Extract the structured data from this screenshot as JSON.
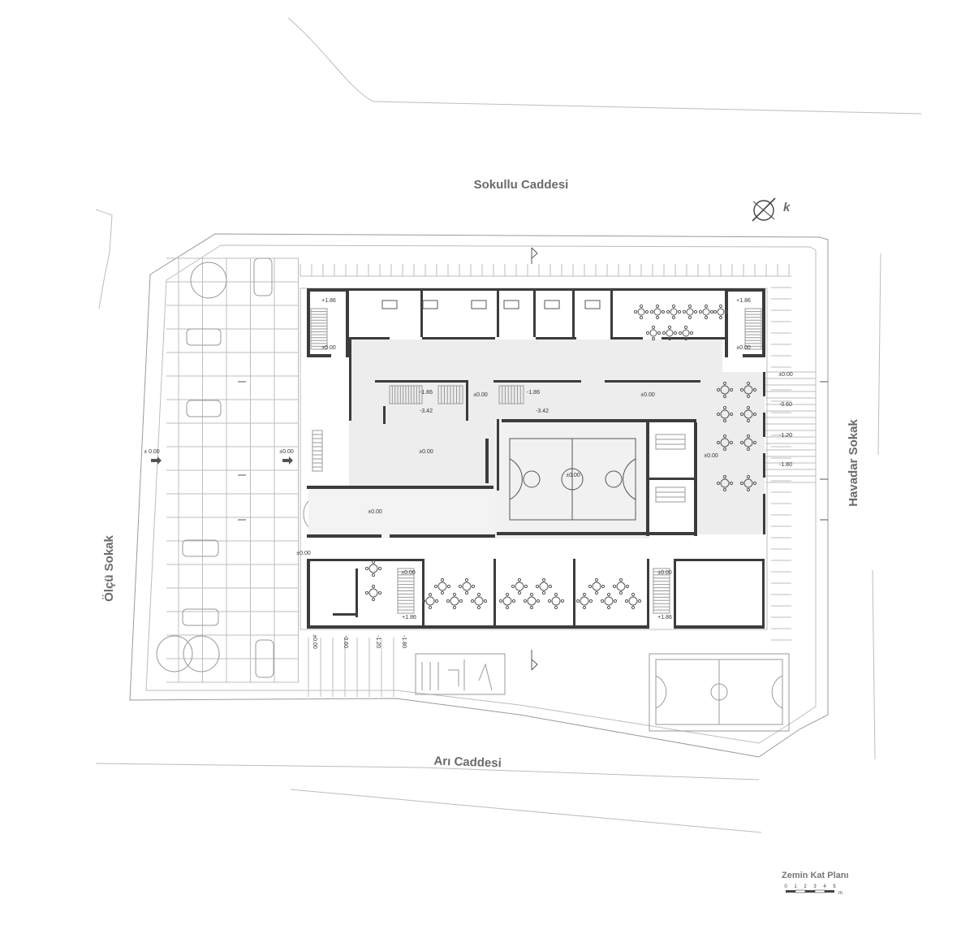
{
  "streets": {
    "north": "Sokullu Caddesi",
    "south": "Arı Caddesi",
    "west": "Ölçü Sokak",
    "east": "Havadar Sokak"
  },
  "north_arrow_label": "k",
  "drawing_title": "Zemin Kat Planı",
  "scale_bar": {
    "ticks": [
      "0",
      "1",
      "2",
      "3",
      "4",
      "5"
    ],
    "unit": "m"
  },
  "levels": {
    "stair_nw_top": "+1.86",
    "stair_nw_bottom": "±0.00",
    "stair_ne_top": "+1.86",
    "stair_ne_bottom": "±0.00",
    "stair_a": "-1.86",
    "stair_a_lower": "-3.42",
    "stair_b": "-1.86",
    "stair_b_lower": "-3.42",
    "corridor_mid": "±0.00",
    "corridor_right": "±0.00",
    "hall_west": "±0.00",
    "courtyard": "±0.00",
    "sports_hall": "±0.00",
    "cafe": "±0.00",
    "entrance_west_outer": "± 0.00",
    "entrance_west_inner": "±0.00",
    "south_entry_left": "±0.00",
    "stair_sw_top": "±0.00",
    "stair_sw_bottom": "+1.86",
    "stair_se_top": "±0.00",
    "stair_se_bottom": "+1.86",
    "east_ramp_1": "±0.00",
    "east_ramp_2": "-0.60",
    "east_ramp_3": "-1.20",
    "east_ramp_4": "-1.80",
    "south_ramp_1": "±0.00",
    "south_ramp_2": "-0.60",
    "south_ramp_3": "-1.20",
    "south_ramp_4": "-1.80"
  },
  "colors": {
    "wall": "#3c3c3c",
    "line": "#bdbdbd",
    "text": "#6a6a6a"
  }
}
